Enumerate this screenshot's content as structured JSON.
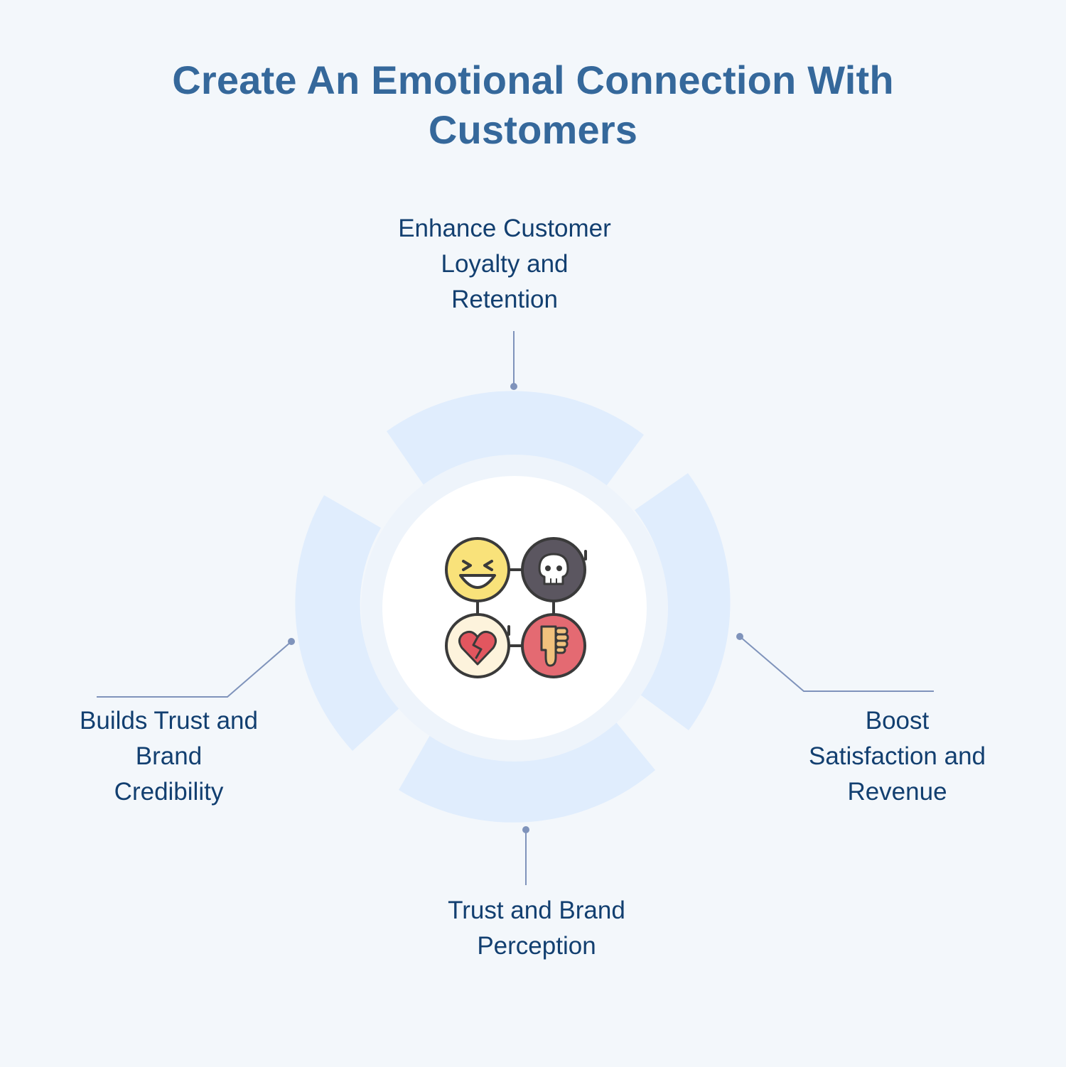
{
  "title": "Create An Emotional Connection With\nCustomers",
  "segments": [
    {
      "id": "top",
      "label": "Enhance Customer\nLoyalty and\nRetention"
    },
    {
      "id": "right",
      "label": "Boost\nSatisfaction and\nRevenue"
    },
    {
      "id": "bottom",
      "label": "Trust and Brand\nPerception"
    },
    {
      "id": "left",
      "label": "Builds Trust and\nBrand\nCredibility"
    }
  ],
  "center_icon": {
    "name": "emotions-icon",
    "faces": [
      "laughing-face-icon",
      "skull-icon",
      "broken-heart-icon",
      "thumbs-down-icon"
    ]
  },
  "colors": {
    "background": "#f3f7fb",
    "title": "#35689b",
    "label": "#123f70",
    "ring_segment": "#e0edfd",
    "connector": "#7f93bb",
    "center": "#ffffff",
    "icon_outline": "#3a3a3a",
    "yellow": "#f9e27a",
    "dark": "#5b5660",
    "cream": "#fdf3dc",
    "red": "#e46a72",
    "heart": "#e2565f",
    "thumb": "#f1c27d"
  }
}
